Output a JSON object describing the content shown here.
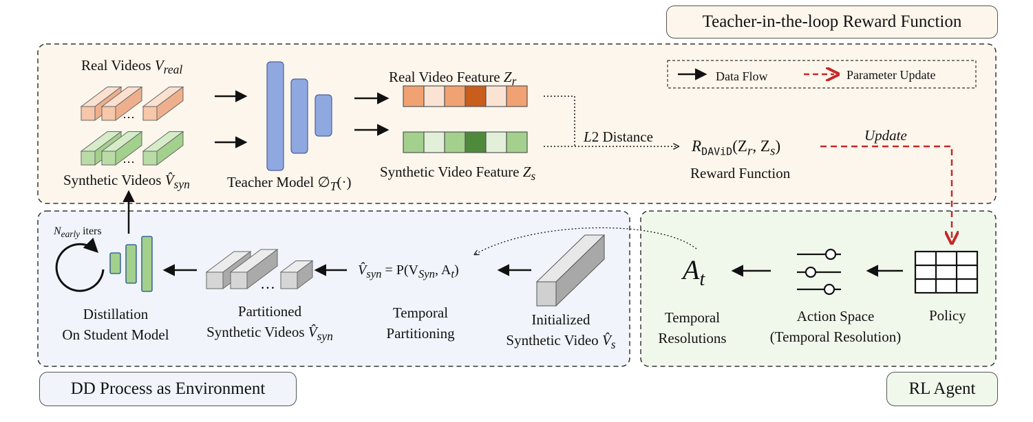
{
  "title_reward": "Teacher-in-the-loop Reward Function",
  "title_env": "DD Process as Environment",
  "title_agent": "RL Agent",
  "legend": {
    "data_flow": "Data Flow",
    "param_update": "Parameter Update"
  },
  "reward": {
    "real_videos": "Real Videos",
    "real_videos_math": "V",
    "real_videos_sub": "real",
    "synthetic_videos": "Synthetic Videos",
    "synthetic_videos_math": "V̂",
    "synthetic_videos_sub": "syn",
    "teacher_model": "Teacher Model",
    "teacher_model_math": "∅",
    "teacher_model_sub": "T",
    "teacher_model_arg": "(·)",
    "real_feature": "Real Video Feature",
    "real_feature_math": "Z",
    "real_feature_sub": "r",
    "syn_feature": "Synthetic Video Feature",
    "syn_feature_math": "Z",
    "syn_feature_sub": "s",
    "l2_math": "L",
    "l2": "2 Distance",
    "reward_r": "R",
    "reward_sub": "DAViD",
    "reward_args": "(Z",
    "reward_args_r": "r",
    "reward_args_mid": ", Z",
    "reward_args_s": "s",
    "reward_args_end": ")",
    "reward_function": "Reward Function",
    "update": "Update"
  },
  "env": {
    "n_early_math": "N",
    "n_early_sub": "early",
    "n_early_iters": " iters",
    "distillation_line1": "Distillation",
    "distillation_line2": "On Student Model",
    "partitioned_line1": "Partitioned",
    "partitioned_line2": "Synthetic Videos",
    "partitioned_math": "V̂",
    "partitioned_sub": "syn",
    "equation": "V̂",
    "equation_sub": "syn",
    "equation_rest": " = P(V",
    "equation_sub2": "Syn",
    "equation_rest2": ", A",
    "equation_sub3": "t",
    "equation_end": ")",
    "temporal_line1": "Temporal",
    "temporal_line2": "Partitioning",
    "initialized_line1": "Initialized",
    "initialized_line2": "Synthetic Video",
    "initialized_math": "V̂",
    "initialized_sub": "s"
  },
  "agent": {
    "at_math": "A",
    "at_sub": "t",
    "temporal_res_line1": "Temporal",
    "temporal_res_line2": "Resolutions",
    "action_space_line1": "Action Space",
    "action_space_line2": "(Temporal Resolution)",
    "policy": "Policy"
  },
  "colors": {
    "reward_bg": "#fdf6ec",
    "env_bg": "#f1f4fb",
    "agent_bg": "#f0f8ec",
    "teacher_blue": "#8fa8df",
    "update_red": "#c62828",
    "real_feat": [
      "#f0a272",
      "#fbe3d4",
      "#f0a272",
      "#c85d1c",
      "#fbe3d4",
      "#f0a272"
    ],
    "syn_feat": [
      "#a3d08c",
      "#e2f0d9",
      "#a3d08c",
      "#4f8a3c",
      "#e2f0d9",
      "#a3d08c"
    ]
  }
}
